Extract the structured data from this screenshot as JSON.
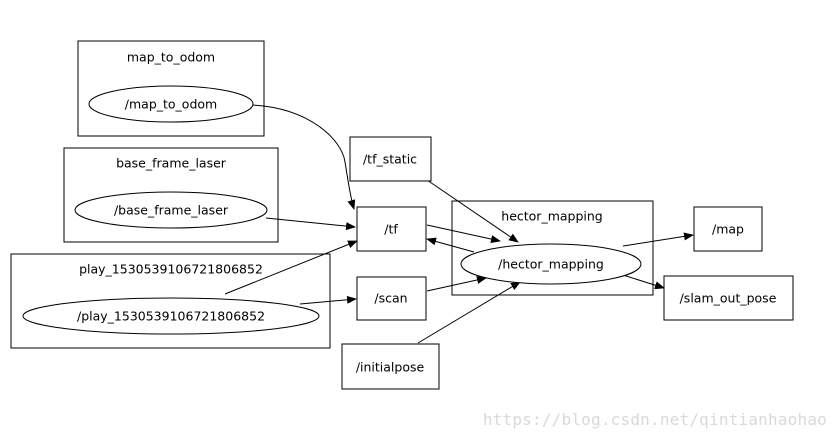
{
  "clusters": [
    {
      "id": "map_to_odom",
      "label": "map_to_odom"
    },
    {
      "id": "base_frame_laser",
      "label": "base_frame_laser"
    },
    {
      "id": "play",
      "label": "play_1530539106721806852"
    },
    {
      "id": "hector_mapping",
      "label": "hector_mapping"
    }
  ],
  "nodes": [
    {
      "id": "map_to_odom_node",
      "label": "/map_to_odom",
      "shape": "ellipse"
    },
    {
      "id": "base_frame_laser_node",
      "label": "/base_frame_laser",
      "shape": "ellipse"
    },
    {
      "id": "play_node",
      "label": "/play_1530539106721806852",
      "shape": "ellipse"
    },
    {
      "id": "hector_mapping_node",
      "label": "/hector_mapping",
      "shape": "ellipse"
    },
    {
      "id": "tf_static",
      "label": "/tf_static",
      "shape": "box"
    },
    {
      "id": "tf",
      "label": "/tf",
      "shape": "box"
    },
    {
      "id": "scan",
      "label": "/scan",
      "shape": "box"
    },
    {
      "id": "initialpose",
      "label": "/initialpose",
      "shape": "box"
    },
    {
      "id": "map",
      "label": "/map",
      "shape": "box"
    },
    {
      "id": "slam_out_pose",
      "label": "/slam_out_pose",
      "shape": "box"
    }
  ],
  "edges": [
    {
      "from": "map_to_odom_node",
      "to": "tf"
    },
    {
      "from": "base_frame_laser_node",
      "to": "tf"
    },
    {
      "from": "play_node",
      "to": "tf"
    },
    {
      "from": "play_node",
      "to": "scan"
    },
    {
      "from": "tf_static",
      "to": "hector_mapping_node"
    },
    {
      "from": "tf",
      "to": "hector_mapping_node"
    },
    {
      "from": "hector_mapping_node",
      "to": "tf"
    },
    {
      "from": "scan",
      "to": "hector_mapping_node"
    },
    {
      "from": "initialpose",
      "to": "hector_mapping_node"
    },
    {
      "from": "hector_mapping_node",
      "to": "map"
    },
    {
      "from": "hector_mapping_node",
      "to": "slam_out_pose"
    }
  ],
  "watermark": "https://blog.csdn.net/qintianhaohao"
}
